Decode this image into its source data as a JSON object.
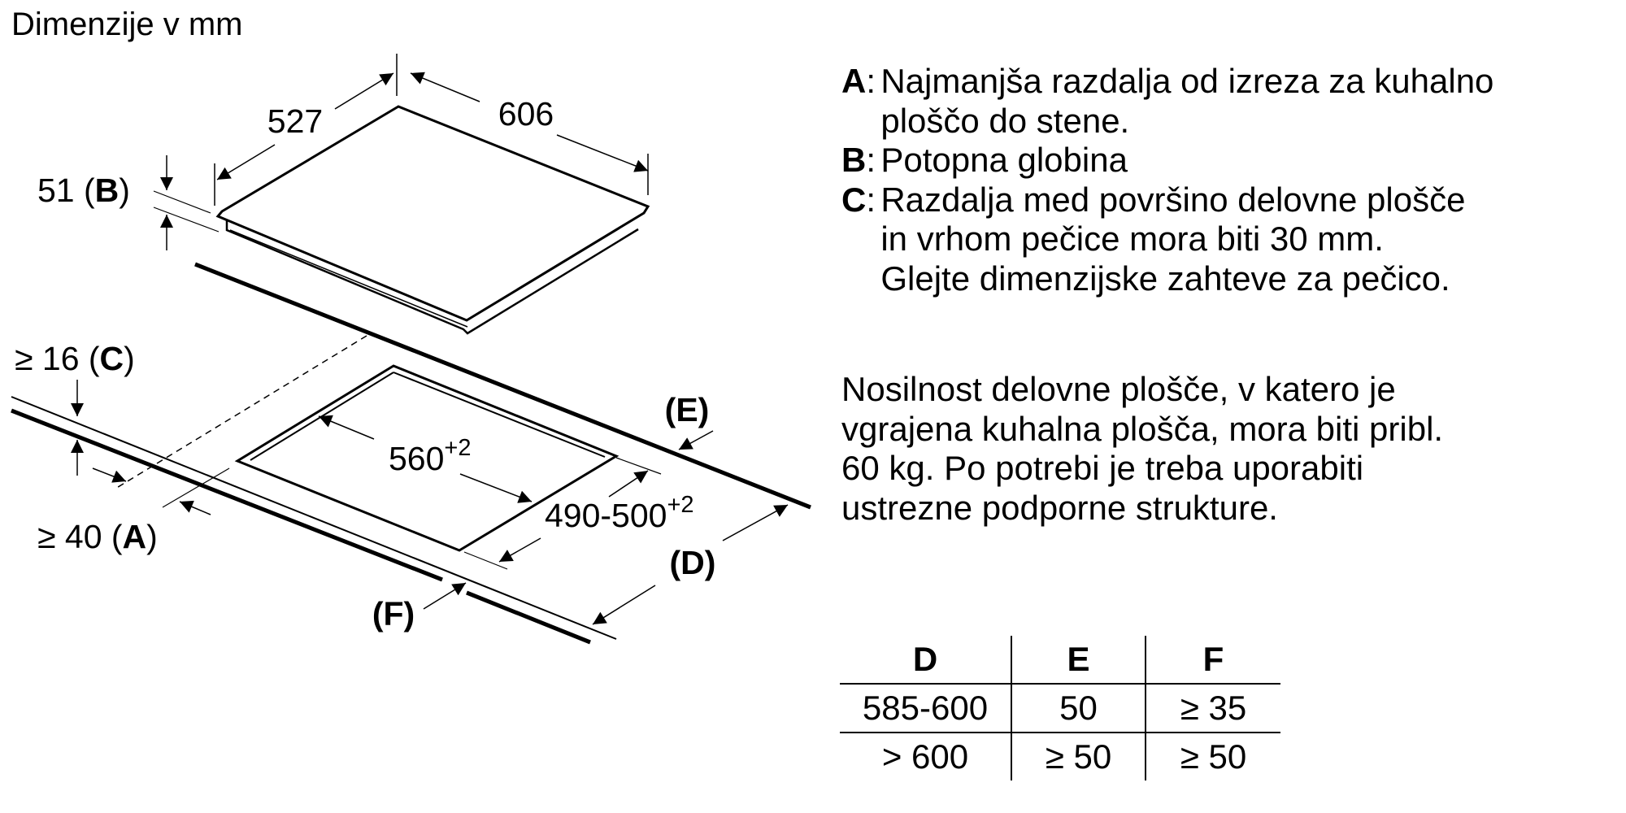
{
  "title": "Dimenzije v mm",
  "diagram": {
    "width": "606",
    "depth": "527",
    "b_value": "51 (",
    "b_key": "B",
    "b_close": ")",
    "c_value": "≥ 16 (",
    "c_key": "C",
    "c_close": ")",
    "a_value": "≥ 40 (",
    "a_key": "A",
    "a_close": ")",
    "cutout_width": "560",
    "cutout_width_tol": "+2",
    "cutout_depth": "490-500",
    "cutout_depth_tol": "+2",
    "e_label": "(E)",
    "d_label": "(D)",
    "f_label": "(F)"
  },
  "legend": [
    {
      "key": "A",
      "lines": [
        "Najmanjša razdalja od izreza za kuhalno",
        "ploščo do stene."
      ]
    },
    {
      "key": "B",
      "lines": [
        "Potopna globina"
      ]
    },
    {
      "key": "C",
      "lines": [
        "Razdalja med površino delovne plošče",
        "in vrhom pečice mora biti 30 mm.",
        "Glejte dimenzijske zahteve za pečico."
      ]
    }
  ],
  "note": [
    "Nosilnost delovne plošče, v katero je",
    "vgrajena kuhalna plošča, mora biti pribl.",
    "60 kg. Po potrebi je treba uporabiti",
    "ustrezne podporne strukture."
  ],
  "table": {
    "headers": [
      "D",
      "E",
      "F"
    ],
    "rows": [
      [
        "585-600",
        "50",
        "≥ 35"
      ],
      [
        "> 600",
        "≥ 50",
        "≥ 50"
      ]
    ]
  }
}
